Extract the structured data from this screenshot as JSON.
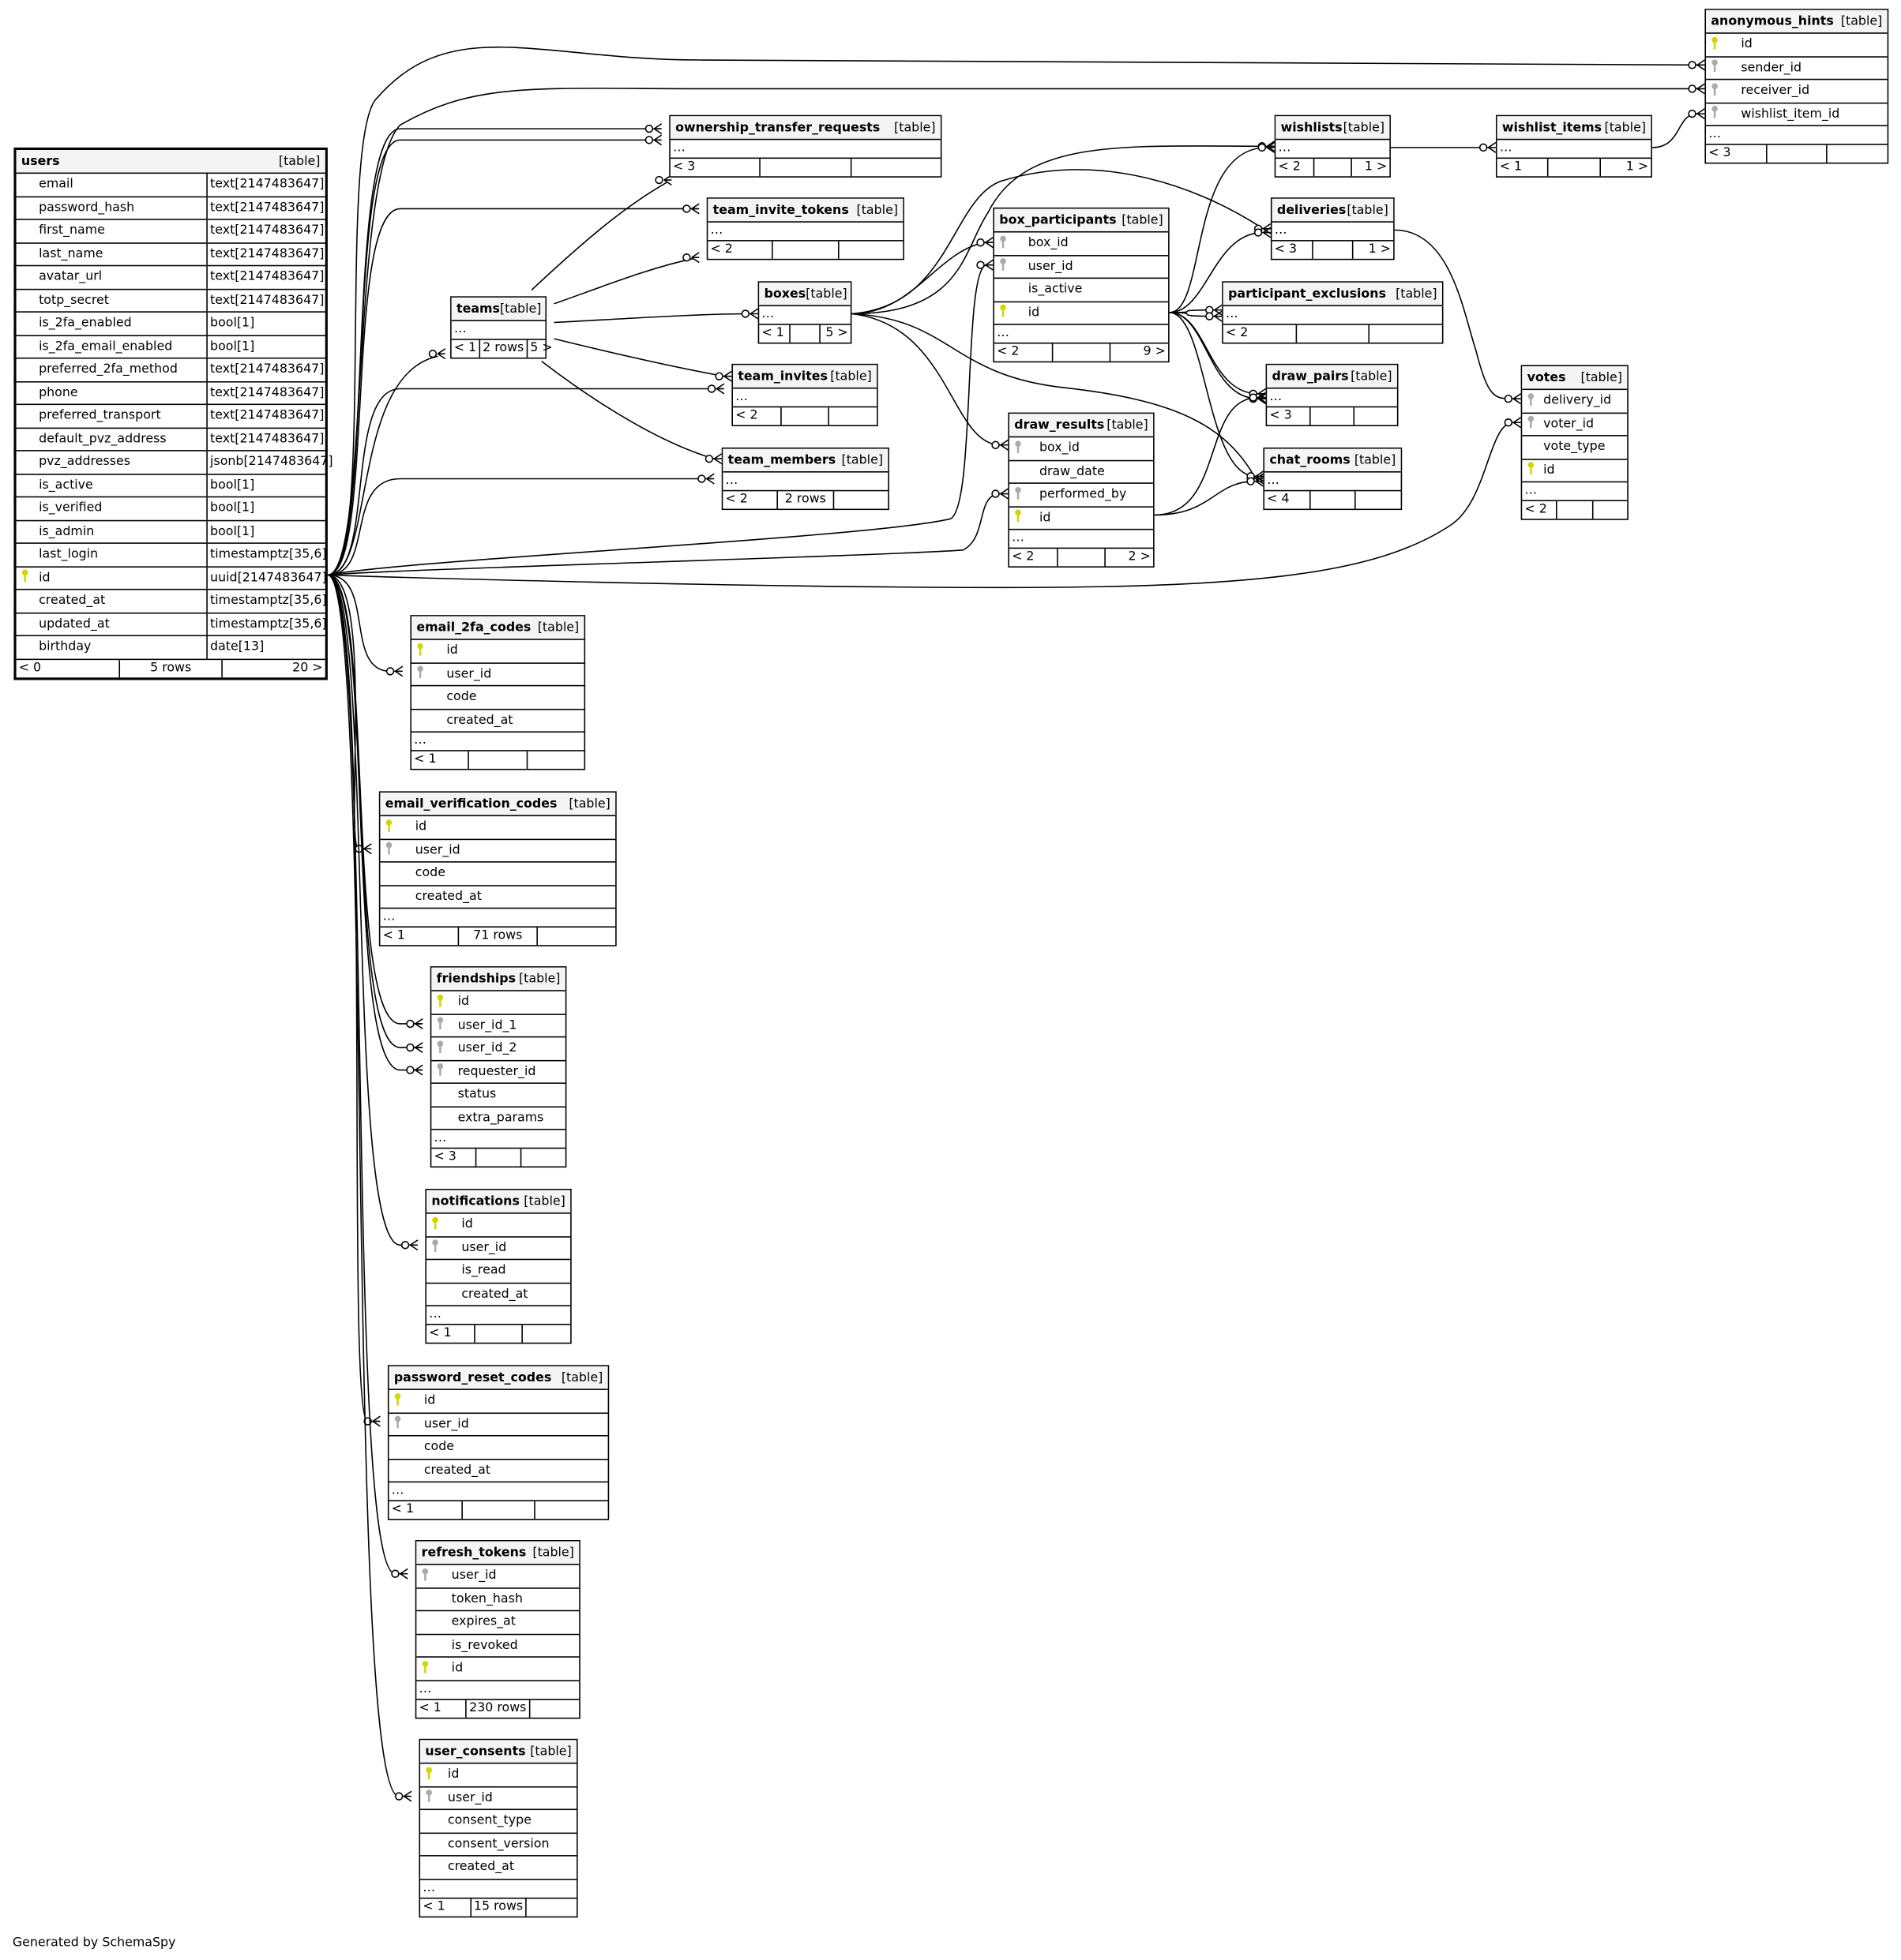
{
  "footer_text": "Generated by SchemaSpy",
  "colors": {
    "primary_key": "#d4d400",
    "foreign_key": "#aaaaaa",
    "header_bg": "#f4f4f4"
  },
  "tables": [
    {
      "id": "users",
      "name": "users",
      "label": "[table]",
      "columns": [
        {
          "name": "email",
          "type": "text[2147483647]"
        },
        {
          "name": "password_hash",
          "type": "text[2147483647]"
        },
        {
          "name": "first_name",
          "type": "text[2147483647]"
        },
        {
          "name": "last_name",
          "type": "text[2147483647]"
        },
        {
          "name": "avatar_url",
          "type": "text[2147483647]"
        },
        {
          "name": "totp_secret",
          "type": "text[2147483647]"
        },
        {
          "name": "is_2fa_enabled",
          "type": "bool[1]"
        },
        {
          "name": "is_2fa_email_enabled",
          "type": "bool[1]"
        },
        {
          "name": "preferred_2fa_method",
          "type": "text[2147483647]"
        },
        {
          "name": "phone",
          "type": "text[2147483647]"
        },
        {
          "name": "preferred_transport",
          "type": "text[2147483647]"
        },
        {
          "name": "default_pvz_address",
          "type": "text[2147483647]"
        },
        {
          "name": "pvz_addresses",
          "type": "jsonb[2147483647]"
        },
        {
          "name": "is_active",
          "type": "bool[1]"
        },
        {
          "name": "is_verified",
          "type": "bool[1]"
        },
        {
          "name": "is_admin",
          "type": "bool[1]"
        },
        {
          "name": "last_login",
          "type": "timestamptz[35,6]"
        },
        {
          "name": "id",
          "type": "uuid[2147483647]",
          "key": "pk"
        },
        {
          "name": "created_at",
          "type": "timestamptz[35,6]"
        },
        {
          "name": "updated_at",
          "type": "timestamptz[35,6]"
        },
        {
          "name": "birthday",
          "type": "date[13]"
        }
      ],
      "dots": false,
      "footer": [
        "< 0",
        "5 rows",
        "20 >"
      ]
    },
    {
      "id": "anonymous_hints",
      "name": "anonymous_hints",
      "label": "[table]",
      "columns": [
        {
          "name": "id",
          "key": "pk"
        },
        {
          "name": "sender_id",
          "key": "fk"
        },
        {
          "name": "receiver_id",
          "key": "fk"
        },
        {
          "name": "wishlist_item_id",
          "key": "fk"
        }
      ],
      "dots": true,
      "footer": [
        "< 3",
        "",
        ""
      ]
    },
    {
      "id": "ownership_transfer_requests",
      "name": "ownership_transfer_requests",
      "label": "[table]",
      "columns": [],
      "dots": true,
      "footer": [
        "< 3",
        "",
        ""
      ]
    },
    {
      "id": "team_invite_tokens",
      "name": "team_invite_tokens",
      "label": "[table]",
      "columns": [],
      "dots": true,
      "footer": [
        "< 2",
        "",
        ""
      ]
    },
    {
      "id": "teams",
      "name": "teams",
      "label": "[table]",
      "columns": [],
      "dots": true,
      "footer": [
        "< 1",
        "2 rows",
        "5 >"
      ]
    },
    {
      "id": "boxes",
      "name": "boxes",
      "label": "[table]",
      "columns": [],
      "dots": true,
      "footer": [
        "< 1",
        "",
        "5 >"
      ]
    },
    {
      "id": "team_invites",
      "name": "team_invites",
      "label": "[table]",
      "columns": [],
      "dots": true,
      "footer": [
        "< 2",
        "",
        ""
      ]
    },
    {
      "id": "team_members",
      "name": "team_members",
      "label": "[table]",
      "columns": [],
      "dots": true,
      "footer": [
        "< 2",
        "2 rows",
        ""
      ]
    },
    {
      "id": "wishlists",
      "name": "wishlists",
      "label": "[table]",
      "columns": [],
      "dots": true,
      "footer": [
        "< 2",
        "",
        "1 >"
      ]
    },
    {
      "id": "wishlist_items",
      "name": "wishlist_items",
      "label": "[table]",
      "columns": [],
      "dots": true,
      "footer": [
        "< 1",
        "",
        "1 >"
      ]
    },
    {
      "id": "box_participants",
      "name": "box_participants",
      "label": "[table]",
      "columns": [
        {
          "name": "box_id",
          "key": "fk"
        },
        {
          "name": "user_id",
          "key": "fk"
        },
        {
          "name": "is_active"
        },
        {
          "name": "id",
          "key": "pk"
        }
      ],
      "dots": true,
      "footer": [
        "< 2",
        "",
        "9 >"
      ]
    },
    {
      "id": "deliveries",
      "name": "deliveries",
      "label": "[table]",
      "columns": [],
      "dots": true,
      "footer": [
        "< 3",
        "",
        "1 >"
      ]
    },
    {
      "id": "participant_exclusions",
      "name": "participant_exclusions",
      "label": "[table]",
      "columns": [],
      "dots": true,
      "footer": [
        "< 2",
        "",
        ""
      ]
    },
    {
      "id": "draw_pairs",
      "name": "draw_pairs",
      "label": "[table]",
      "columns": [],
      "dots": true,
      "footer": [
        "< 3",
        "",
        ""
      ]
    },
    {
      "id": "chat_rooms",
      "name": "chat_rooms",
      "label": "[table]",
      "columns": [],
      "dots": true,
      "footer": [
        "< 4",
        "",
        ""
      ]
    },
    {
      "id": "draw_results",
      "name": "draw_results",
      "label": "[table]",
      "columns": [
        {
          "name": "box_id",
          "key": "fk"
        },
        {
          "name": "draw_date"
        },
        {
          "name": "performed_by",
          "key": "fk"
        },
        {
          "name": "id",
          "key": "pk"
        }
      ],
      "dots": true,
      "footer": [
        "< 2",
        "",
        "2 >"
      ]
    },
    {
      "id": "votes",
      "name": "votes",
      "label": "[table]",
      "columns": [
        {
          "name": "delivery_id",
          "key": "fk"
        },
        {
          "name": "voter_id",
          "key": "fk"
        },
        {
          "name": "vote_type"
        },
        {
          "name": "id",
          "key": "pk"
        }
      ],
      "dots": true,
      "footer": [
        "< 2",
        "",
        ""
      ]
    },
    {
      "id": "email_2fa_codes",
      "name": "email_2fa_codes",
      "label": "[table]",
      "columns": [
        {
          "name": "id",
          "key": "pk"
        },
        {
          "name": "user_id",
          "key": "fk"
        },
        {
          "name": "code"
        },
        {
          "name": "created_at"
        }
      ],
      "dots": true,
      "footer": [
        "< 1",
        "",
        ""
      ]
    },
    {
      "id": "email_verification_codes",
      "name": "email_verification_codes",
      "label": "[table]",
      "columns": [
        {
          "name": "id",
          "key": "pk"
        },
        {
          "name": "user_id",
          "key": "fk"
        },
        {
          "name": "code"
        },
        {
          "name": "created_at"
        }
      ],
      "dots": true,
      "footer": [
        "< 1",
        "71 rows",
        ""
      ]
    },
    {
      "id": "friendships",
      "name": "friendships",
      "label": "[table]",
      "columns": [
        {
          "name": "id",
          "key": "pk"
        },
        {
          "name": "user_id_1",
          "key": "fk"
        },
        {
          "name": "user_id_2",
          "key": "fk"
        },
        {
          "name": "requester_id",
          "key": "fk"
        },
        {
          "name": "status"
        },
        {
          "name": "extra_params"
        }
      ],
      "dots": true,
      "footer": [
        "< 3",
        "",
        ""
      ]
    },
    {
      "id": "notifications",
      "name": "notifications",
      "label": "[table]",
      "columns": [
        {
          "name": "id",
          "key": "pk"
        },
        {
          "name": "user_id",
          "key": "fk"
        },
        {
          "name": "is_read"
        },
        {
          "name": "created_at"
        }
      ],
      "dots": true,
      "footer": [
        "< 1",
        "",
        ""
      ]
    },
    {
      "id": "password_reset_codes",
      "name": "password_reset_codes",
      "label": "[table]",
      "columns": [
        {
          "name": "id",
          "key": "pk"
        },
        {
          "name": "user_id",
          "key": "fk"
        },
        {
          "name": "code"
        },
        {
          "name": "created_at"
        }
      ],
      "dots": true,
      "footer": [
        "< 1",
        "",
        ""
      ]
    },
    {
      "id": "refresh_tokens",
      "name": "refresh_tokens",
      "label": "[table]",
      "columns": [
        {
          "name": "user_id",
          "key": "fk"
        },
        {
          "name": "token_hash"
        },
        {
          "name": "expires_at"
        },
        {
          "name": "is_revoked"
        },
        {
          "name": "id",
          "key": "pk"
        }
      ],
      "dots": true,
      "footer": [
        "< 1",
        "230 rows",
        ""
      ]
    },
    {
      "id": "user_consents",
      "name": "user_consents",
      "label": "[table]",
      "columns": [
        {
          "name": "id",
          "key": "pk"
        },
        {
          "name": "user_id",
          "key": "fk"
        },
        {
          "name": "consent_type"
        },
        {
          "name": "consent_version"
        },
        {
          "name": "created_at"
        }
      ],
      "dots": true,
      "footer": [
        "< 1",
        "15 rows",
        ""
      ]
    }
  ]
}
